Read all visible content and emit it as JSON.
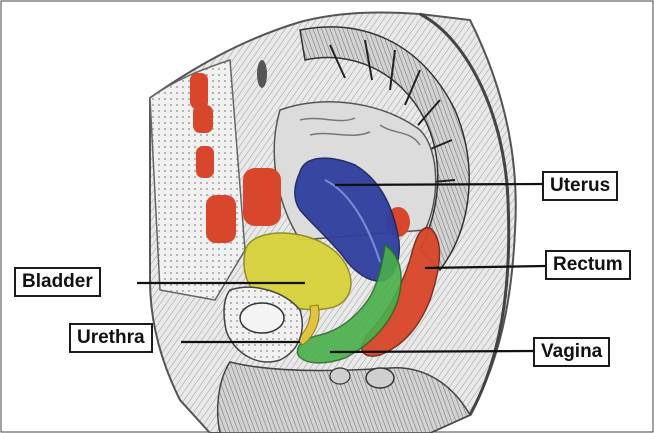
{
  "labels": {
    "uterus": "Uterus",
    "rectum": "Rectum",
    "bladder": "Bladder",
    "urethra": "Urethra",
    "vagina": "Vagina"
  },
  "colors": {
    "uterus": "#2f3f9e",
    "rectum": "#d9462a",
    "bladder": "#d8d23a",
    "vagina": "#49b04a",
    "urethra": "#e0c440",
    "bone_red": "#d8472c",
    "leader_line": "#111111"
  },
  "icons": {
    "illustration": "pelvis-sagittal-section-illustration"
  }
}
